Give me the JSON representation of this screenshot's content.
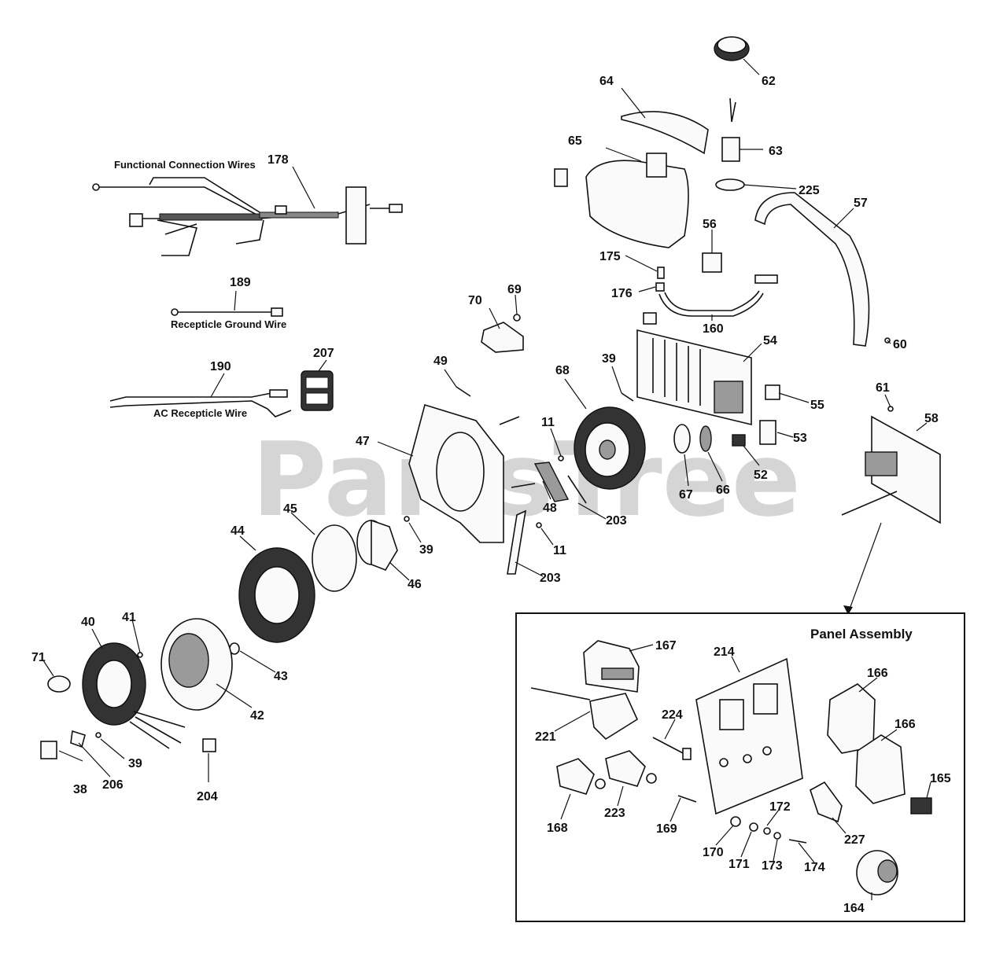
{
  "watermark": "PartsTree",
  "panel_title": "Panel Assembly",
  "captions": {
    "functional_wires": "Functional Connection Wires",
    "ground_wire": "Recepticle Ground Wire",
    "ac_wire": "AC Recepticle Wire"
  },
  "labels": {
    "n62": "62",
    "n64": "64",
    "n65": "65",
    "n63": "63",
    "n225": "225",
    "n57": "57",
    "n56": "56",
    "n175": "175",
    "n176": "176",
    "n160": "160",
    "n54": "54",
    "n60": "60",
    "n178": "178",
    "n189": "189",
    "n69": "69",
    "n70": "70",
    "n39a": "39",
    "n68": "68",
    "n55": "55",
    "n61": "61",
    "n58": "58",
    "n53": "53",
    "n52": "52",
    "n66": "66",
    "n67": "67",
    "n190": "190",
    "n207": "207",
    "n49": "49",
    "n11a": "11",
    "n47": "47",
    "n48": "48",
    "n203a": "203",
    "n44": "44",
    "n45": "45",
    "n39b": "39",
    "n11b": "11",
    "n46": "46",
    "n203b": "203",
    "n40": "40",
    "n41": "41",
    "n43": "43",
    "n71": "71",
    "n42": "42",
    "n39c": "39",
    "n38": "38",
    "n206": "206",
    "n204": "204",
    "n167": "167",
    "n214": "214",
    "n166a": "166",
    "n166b": "166",
    "n221": "221",
    "n224": "224",
    "n165": "165",
    "n168": "168",
    "n223": "223",
    "n169": "169",
    "n172": "172",
    "n227": "227",
    "n170": "170",
    "n171": "171",
    "n173": "173",
    "n174": "174",
    "n164": "164"
  },
  "colors": {
    "ink": "#111111",
    "watermark": "#c8c8c8"
  }
}
